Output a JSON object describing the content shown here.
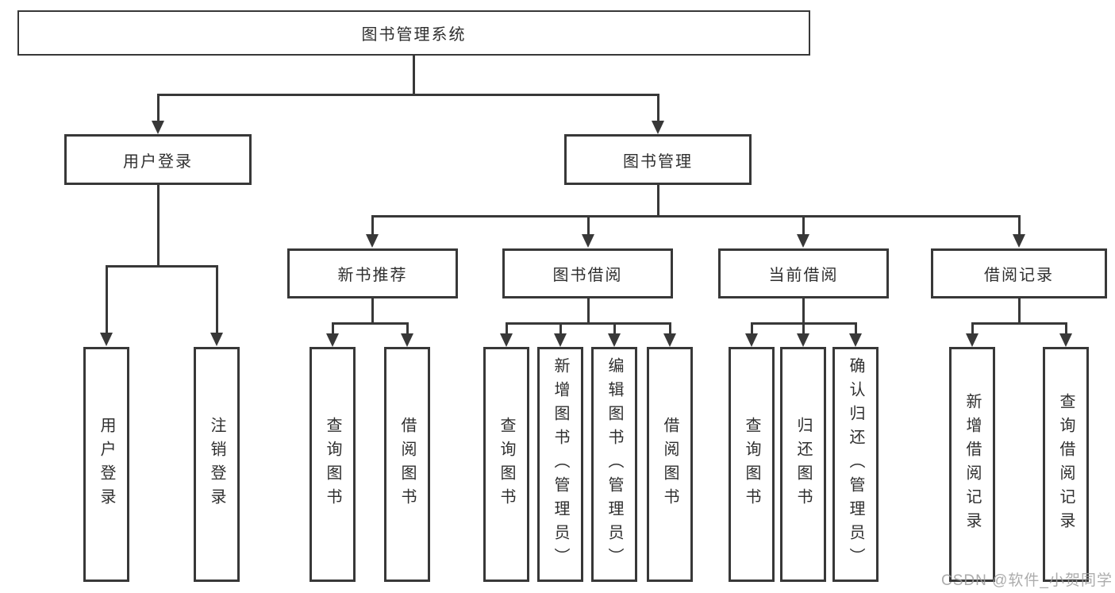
{
  "colors": {
    "line": "#383838",
    "text": "#2f2f2f",
    "background": "#ffffff",
    "watermark": "#9e9e9e"
  },
  "watermark": {
    "text": "CSDN @软件_小贺同学"
  },
  "chart_type": "hierarchy-diagram",
  "tree": {
    "root": "图书管理系统",
    "children": [
      {
        "label": "用户登录",
        "children": [
          {
            "label": "用户登录"
          },
          {
            "label": "注销登录"
          }
        ]
      },
      {
        "label": "图书管理",
        "children": [
          {
            "label": "新书推荐",
            "children": [
              {
                "label": "查询图书"
              },
              {
                "label": "借阅图书"
              }
            ]
          },
          {
            "label": "图书借阅",
            "children": [
              {
                "label": "查询图书"
              },
              {
                "label": "新增图书（管理员）"
              },
              {
                "label": "编辑图书（管理员）"
              },
              {
                "label": "借阅图书"
              }
            ]
          },
          {
            "label": "当前借阅",
            "children": [
              {
                "label": "查询图书"
              },
              {
                "label": "归还图书"
              },
              {
                "label": "确认归还（管理员）"
              }
            ]
          },
          {
            "label": "借阅记录",
            "children": [
              {
                "label": "新增借阅记录"
              },
              {
                "label": "查询借阅记录"
              }
            ]
          }
        ]
      }
    ]
  }
}
